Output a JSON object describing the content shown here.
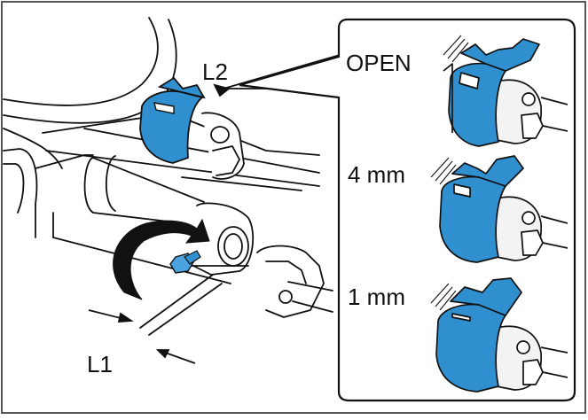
{
  "labels": {
    "L1": "L1",
    "L2": "L2",
    "open": "OPEN",
    "mm4": "4 mm",
    "mm1": "1 mm"
  },
  "colors": {
    "clamp_blue": "#2f8fcf",
    "clamp_blue_dark": "#1f6fa8",
    "outline": "#111111",
    "grey_fill": "#f3f3f3",
    "frame": "#555555"
  },
  "icons": {
    "rotation_arrow": "curved-rotate-arrow-icon",
    "bolt": "hex-bolt-icon"
  }
}
